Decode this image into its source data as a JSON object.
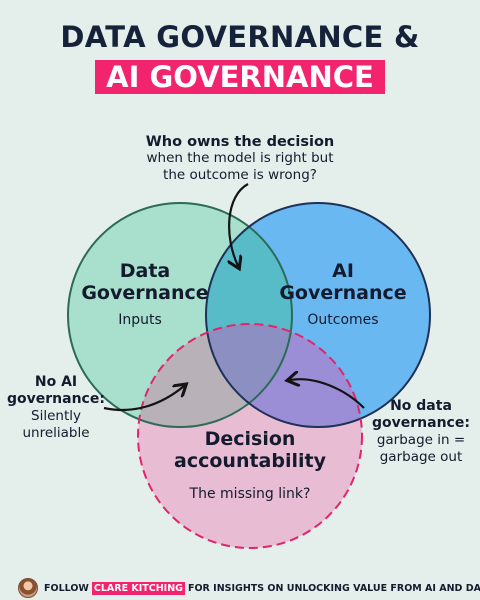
{
  "title": {
    "line1": "DATA GOVERNANCE &",
    "line2": "AI GOVERNANCE"
  },
  "question": {
    "bold": "Who owns the decision",
    "line2": "when the model is right but",
    "line3": "the outcome is wrong?"
  },
  "circles": {
    "data": {
      "title1": "Data",
      "title2": "Governance",
      "sub": "Inputs",
      "color": "#a8dfcd"
    },
    "ai": {
      "title1": "AI",
      "title2": "Governance",
      "sub": "Outcomes",
      "color": "#6ab8f2"
    },
    "decision": {
      "title1": "Decision",
      "title2": "accountability",
      "sub": "The missing link?",
      "color": "#e8bcd3",
      "border": "#e0256b"
    }
  },
  "left_note": {
    "bold1": "No AI",
    "bold2": "governance:",
    "reg1": "Silently",
    "reg2": "unreliable"
  },
  "right_note": {
    "bold1": "No data",
    "bold2": "governance:",
    "reg1": "garbage in =",
    "reg2": "garbage out"
  },
  "footer": {
    "follow": "FOLLOW",
    "name": "CLARE KITCHING",
    "rest": "FOR INSIGHTS ON UNLOCKING VALUE FROM AI AND DATA"
  }
}
